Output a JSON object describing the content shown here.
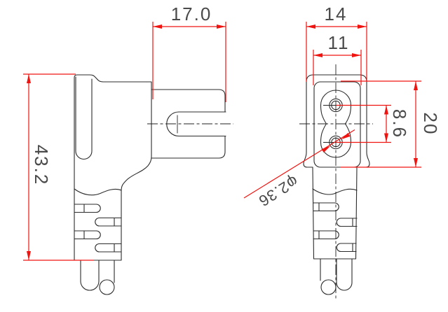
{
  "drawing": {
    "description": "Two-view dimensioned line drawing of a right-angle IEC C7 figure-8 power plug",
    "colors": {
      "dimension_red": "#ef1410",
      "outline_black": "#2b2b2b",
      "text_gray": "#4a4a4a",
      "background": "#ffffff"
    },
    "dimensions": {
      "head_depth": "17.0",
      "face_width": "14",
      "face_inner_width": "11",
      "overall_height": "43.2",
      "pin_spacing": "8.6",
      "face_height": "20",
      "pin_diameter": "φ2.36"
    }
  }
}
